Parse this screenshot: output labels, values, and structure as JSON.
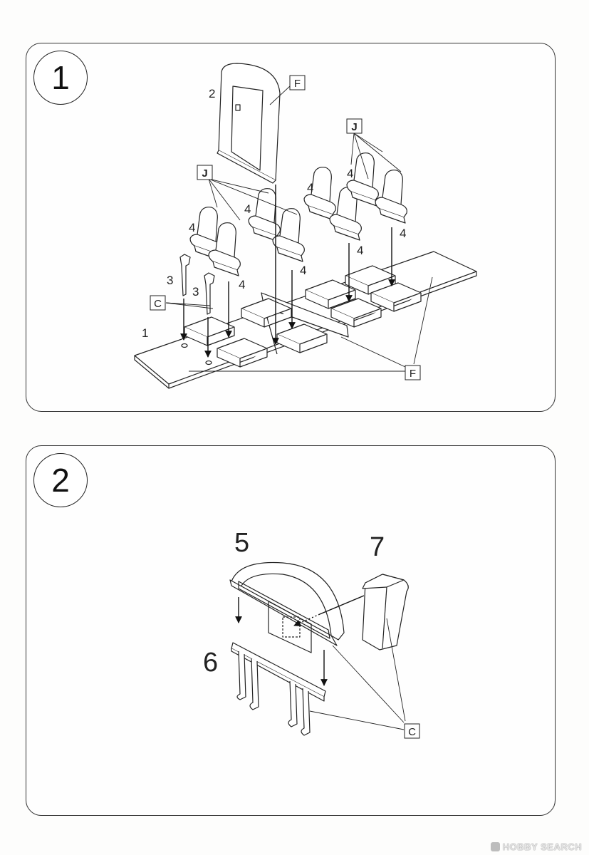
{
  "steps": [
    {
      "number": "1",
      "part_labels": {
        "floor": "1",
        "bulkhead": "2",
        "stick": "3",
        "seat": "4"
      },
      "sprue_labels": {
        "bulkhead": "F",
        "floor": "F",
        "seats_left": "J",
        "seats_right": "J",
        "sticks": "C"
      }
    },
    {
      "number": "2",
      "part_labels": {
        "panel": "5",
        "rudder_bar": "6",
        "box": "7"
      },
      "sprue_labels": {
        "parts": "C"
      }
    }
  ],
  "watermark": {
    "text": "HOBBY SEARCH"
  },
  "colors": {
    "line": "#222222",
    "paper": "#fefefe"
  }
}
